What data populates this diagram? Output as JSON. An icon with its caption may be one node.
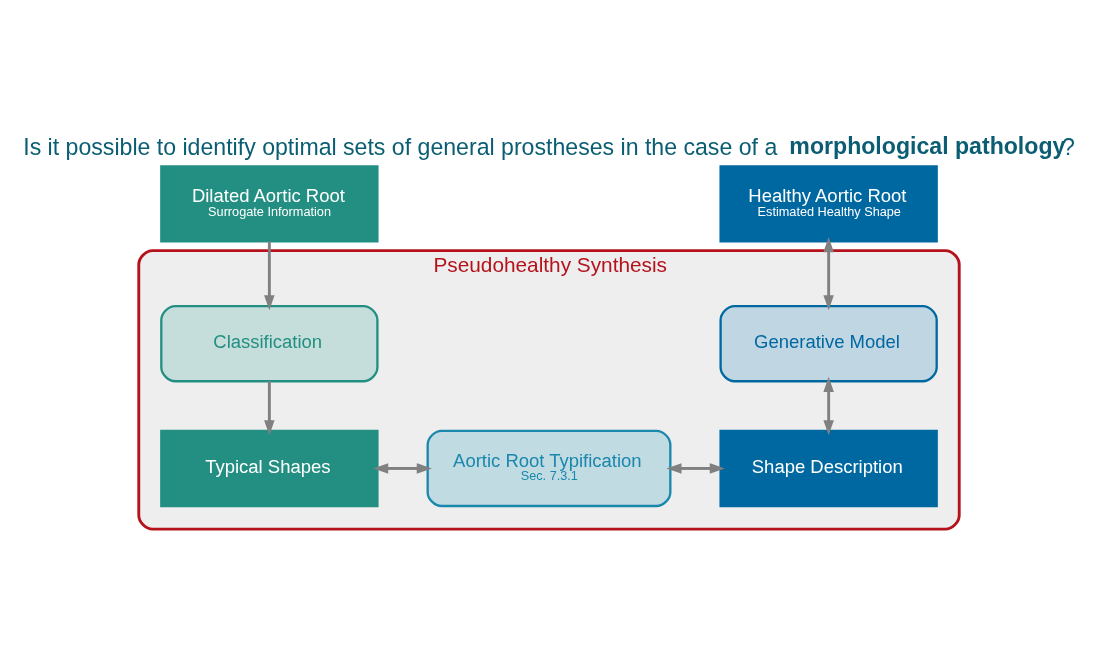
{
  "diagram": {
    "title": "Is it possible to identify optimal sets of general prostheses in the case of a **morphological pathology**?",
    "nodes": [
      {
        "text": [
          "Dilated Aortic Root",
          "Surrogate Information"
        ]
      },
      {
        "text": [
          "Healthy Aortic Root",
          "Estimated Healthy Shape"
        ]
      },
      {
        "text": [
          "Pseudohealthy Synthesis"
        ]
      },
      {
        "text": [
          "Classification"
        ],
        "in": 2
      },
      {
        "text": [
          "Generative Model"
        ],
        "in": 2
      },
      {
        "text": [
          "Typical Shapes"
        ],
        "in": 2
      },
      {
        "text": [
          "Aortic Root Typification",
          "Sec. 7.3.1"
        ],
        "in": 2
      },
      {
        "text": [
          "Shape Description"
        ],
        "in": 2
      }
    ],
    "edges": [
      {
        "from": 0,
        "to": 3,
        "arrow": "to"
      },
      {
        "from": 1,
        "to": 4,
        "arrow": "both"
      },
      {
        "from": 3,
        "to": 5,
        "arrow": "to"
      },
      {
        "from": 4,
        "to": 7,
        "arrow": "both"
      },
      {
        "from": 5,
        "to": 6,
        "arrow": "both"
      },
      {
        "from": 6,
        "to": 7,
        "arrow": "both"
      }
    ]
  }
}
